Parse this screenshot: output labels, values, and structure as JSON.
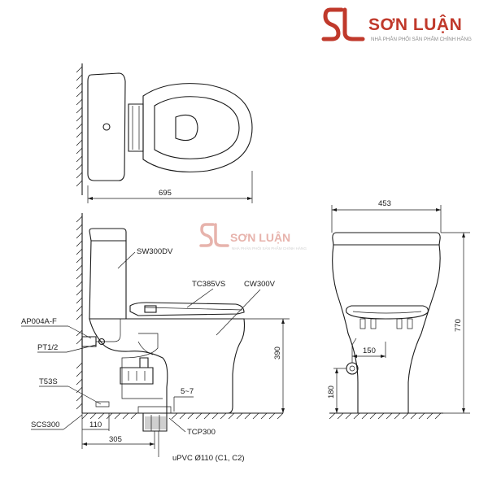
{
  "brand": {
    "mark": "SL",
    "name": "SƠN LUẬN",
    "tagline": "NHÀ PHÂN PHỐI SẢN PHẨM CHÍNH HÃNG",
    "color": "#c0392b"
  },
  "watermark": {
    "name": "SƠN LUẬN",
    "tagline": "NHÀ PHÂN PHỐI SẢN PHẨM CHÍNH HÃNG"
  },
  "top_view": {
    "width_dim": "695"
  },
  "side_view": {
    "parts": {
      "tank": "SW300DV",
      "seat": "TC385VS",
      "bowl": "CW300V",
      "valve": "AP004A-F",
      "hose": "PT1/2",
      "fixing": "T53S",
      "flange": "SCS300",
      "ring": "TCP300"
    },
    "dims": {
      "rim_height": "390",
      "gap": "5~7",
      "wall_offset": "110",
      "roughing": "305"
    },
    "pipe": "uPVC Ø110 (C1, C2)"
  },
  "front_view": {
    "width_dim": "453",
    "height_dim": "770",
    "inlet_height": "180",
    "inlet_offset": "150"
  }
}
